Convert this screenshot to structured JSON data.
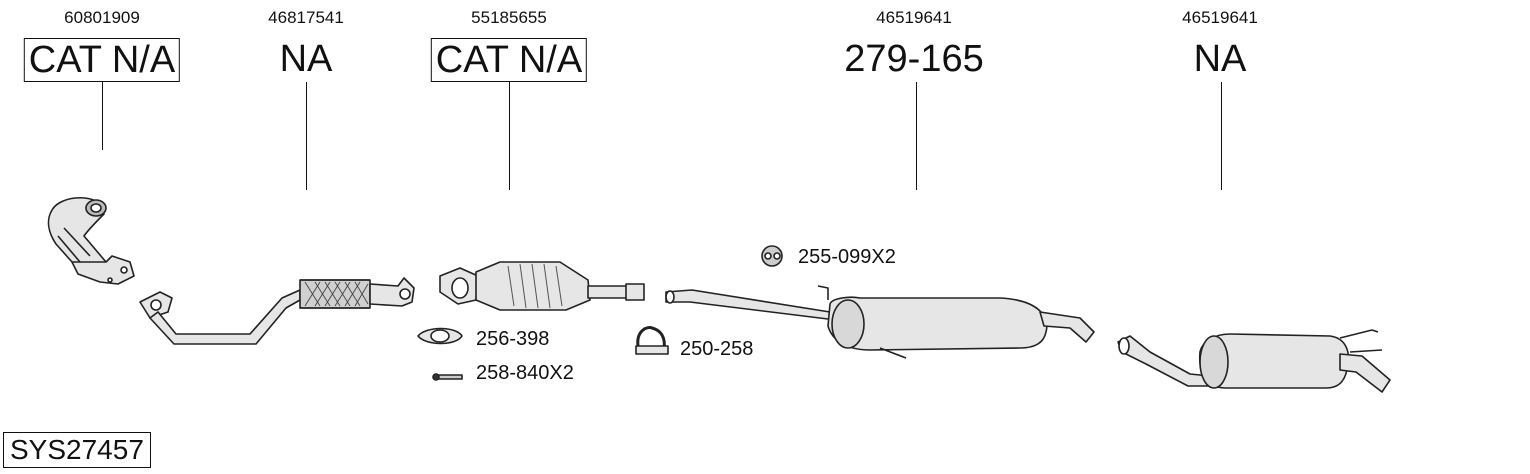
{
  "parts": [
    {
      "oem": "60801909",
      "code": "CAT N/A",
      "boxed": true
    },
    {
      "oem": "46817541",
      "code": "NA",
      "boxed": false
    },
    {
      "oem": "55185655",
      "code": "CAT N/A",
      "boxed": true
    },
    {
      "oem": "46519641",
      "code": "279-165",
      "boxed": false
    },
    {
      "oem": "46519641",
      "code": "NA",
      "boxed": false
    }
  ],
  "accessories": [
    {
      "code": "256-398",
      "icon": "gasket-icon"
    },
    {
      "code": "258-840X2",
      "icon": "bolt-icon"
    },
    {
      "code": "250-258",
      "icon": "clamp-icon"
    },
    {
      "code": "255-099X2",
      "icon": "rubber-hanger-icon"
    }
  ],
  "system_id": "SYS27457"
}
